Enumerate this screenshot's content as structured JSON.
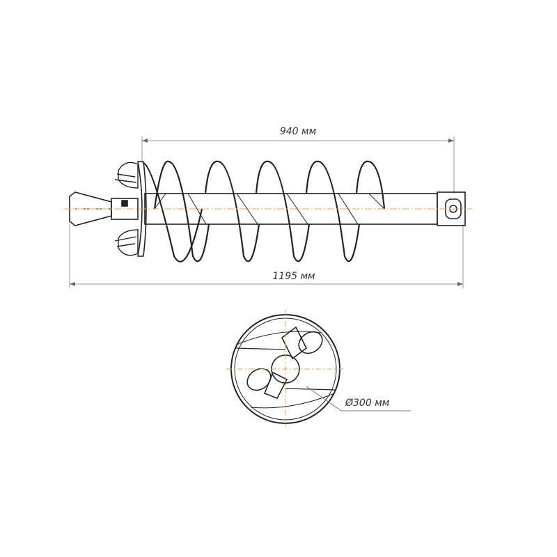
{
  "drawing": {
    "dimensions": {
      "auger_length": "940 мм",
      "total_length": "1195 мм",
      "diameter": "Ø300 мм"
    },
    "colors": {
      "line": "#222222",
      "dimension": "#999999",
      "centerline": "#f0a060"
    }
  }
}
